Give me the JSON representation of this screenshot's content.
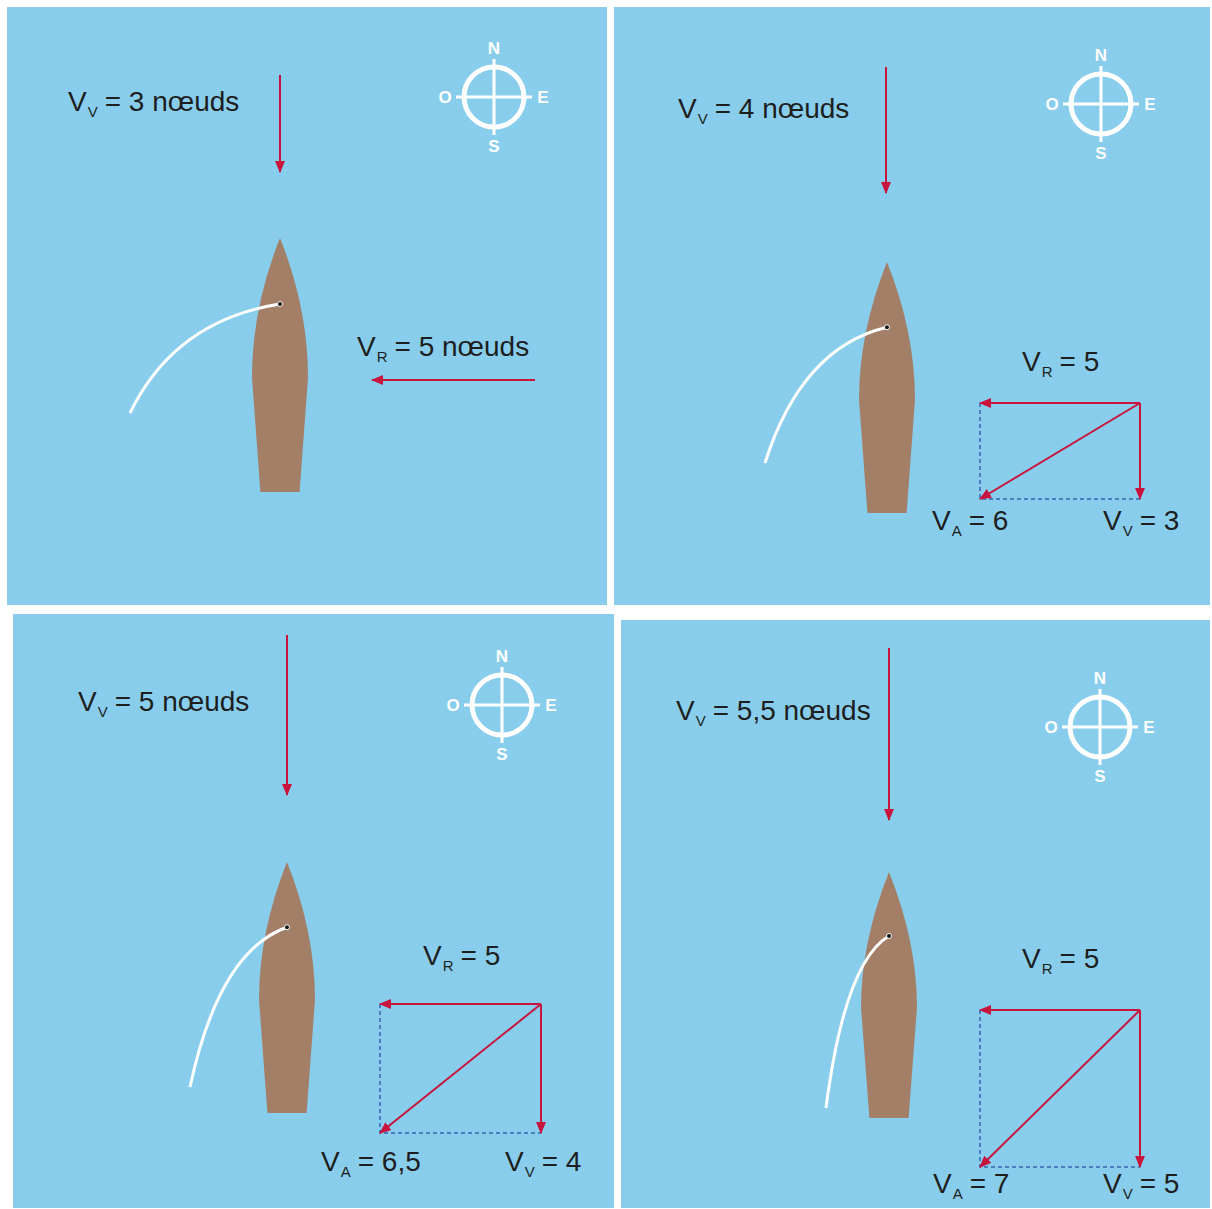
{
  "diagram": {
    "labels": [
      "V",
      "V",
      "= 3 nœuds",
      "N",
      "O",
      "E",
      "S",
      "V",
      "R",
      "= 5 nœuds",
      "V",
      "V",
      "= 4 nœuds",
      "N",
      "O",
      "E",
      "S",
      "V",
      "R",
      "= 5",
      "V",
      "A",
      "= 6",
      "V",
      "V",
      "= 3",
      "V",
      "V",
      "= 5 nœuds",
      "N",
      "O",
      "E",
      "S",
      "V",
      "R",
      "= 5",
      "V",
      "A",
      "= 6,5",
      "V",
      "V",
      "= 4",
      "V",
      "V",
      "= 5,5 nœuds",
      "N",
      "O",
      "E",
      "S",
      "V",
      "R",
      "= 5",
      "V",
      "A",
      "= 7",
      "V",
      "V",
      "= 5"
    ]
  }
}
